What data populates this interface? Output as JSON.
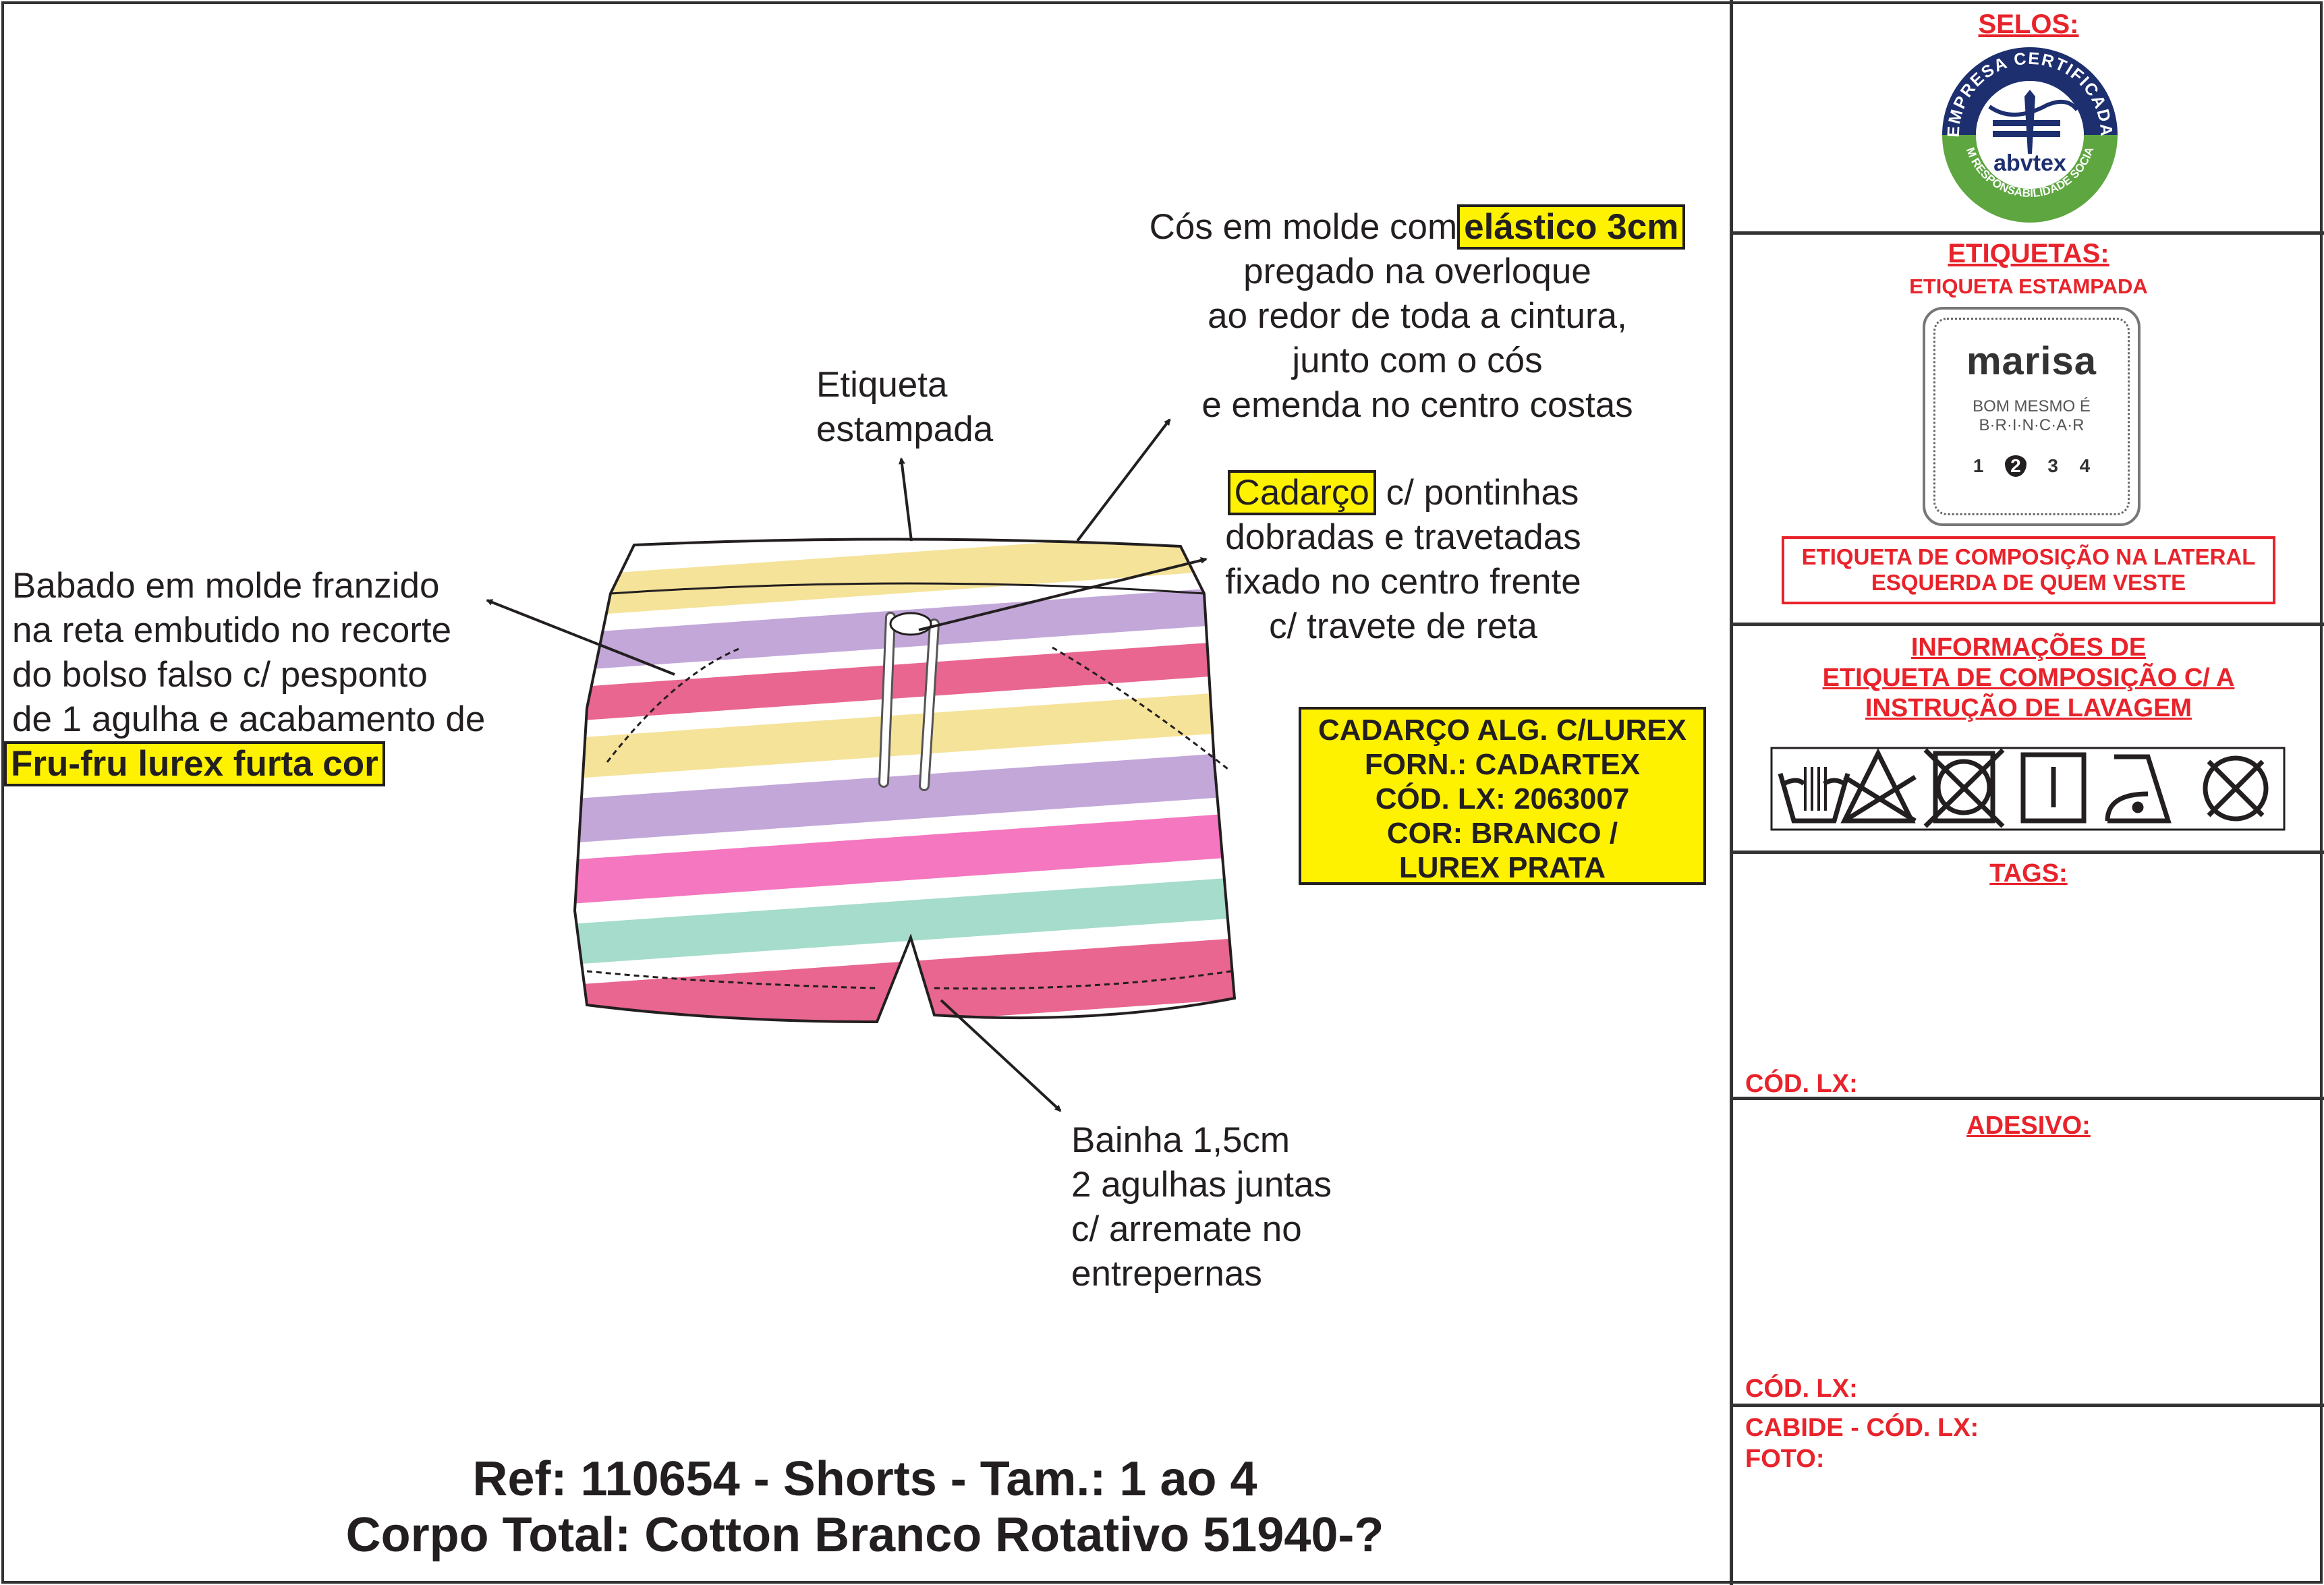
{
  "annotations": {
    "waistband": {
      "line1_prefix": "Cós em molde com",
      "line1_highlight": "elástico 3cm",
      "line2": "pregado na overloque",
      "line3": "ao redor de toda a cintura,",
      "line4": "junto com o cós",
      "line5": "e emenda no centro costas"
    },
    "label": {
      "line1": "Etiqueta",
      "line2": "estampada"
    },
    "drawstring": {
      "line1_highlight": "Cadarço",
      "line1_suffix": " c/ pontinhas",
      "line2": "dobradas e travetadas",
      "line3": "fixado no centro frente",
      "line4": "c/ travete de reta"
    },
    "ruffle": {
      "line1": "Babado em molde franzido",
      "line2": "na reta embutido no recorte",
      "line3": "do bolso falso c/ pesponto",
      "line4": "de 1 agulha e acabamento de",
      "line5_highlight": "Fru-fru lurex furta cor"
    },
    "hem": {
      "line1": "Bainha 1,5cm",
      "line2": "2 agulhas juntas",
      "line3": "c/ arremate no",
      "line4": "entrepernas"
    }
  },
  "drawstring_spec": {
    "line1": "CADARÇO ALG. C/LUREX",
    "line2": "FORN.: CADARTEX",
    "line3": "CÓD. LX: 2063007",
    "line4": "COR: BRANCO /",
    "line5": "LUREX PRATA"
  },
  "title": {
    "line1": "Ref: 110654 - Shorts - Tam.: 1 ao 4",
    "line2": "Corpo Total: Cotton Branco Rotativo 51940-?"
  },
  "panel": {
    "selos": {
      "heading": "SELOS:",
      "seal_top": "EMPRESA CERTIFICADA",
      "seal_brand": "abvtex",
      "seal_bottom": "EM RESPONSABILIDADE SOCIAL"
    },
    "etiquetas": {
      "heading": "ETIQUETAS:",
      "sub": "ETIQUETA ESTAMPADA",
      "brand": "marisa",
      "tag1": "BOM MESMO É",
      "tag2": "B·R·I·N·C·A·R",
      "sizes": [
        "1",
        "2",
        "3",
        "4"
      ],
      "note1": "ETIQUETA DE COMPOSIÇÃO NA LATERAL",
      "note2": "ESQUERDA DE QUEM VESTE"
    },
    "info": {
      "line1": "INFORMAÇÕES DE",
      "line2": "ETIQUETA DE COMPOSIÇÃO C/ A",
      "line3": "INSTRUÇÃO DE LAVAGEM",
      "care_symbols": [
        "hand-wash",
        "no-bleach",
        "no-tumble-dry",
        "line-dry",
        "iron-low",
        "no-dry-clean"
      ]
    },
    "tags": {
      "heading": "TAGS:",
      "code_label": "CÓD. LX:"
    },
    "adesivo": {
      "heading": "ADESIVO:",
      "code_label": "CÓD. LX:"
    },
    "cabide": {
      "line1": "CABIDE - CÓD. LX:",
      "line2": "FOTO:"
    }
  },
  "colors": {
    "red": "#e8232b",
    "yellow": "#fff200",
    "stripe_yellow": "#f5e39a",
    "stripe_purple": "#c3a7d8",
    "stripe_pink": "#f477bf",
    "stripe_mint": "#a5dccb",
    "stripe_rose": "#e8668f"
  }
}
